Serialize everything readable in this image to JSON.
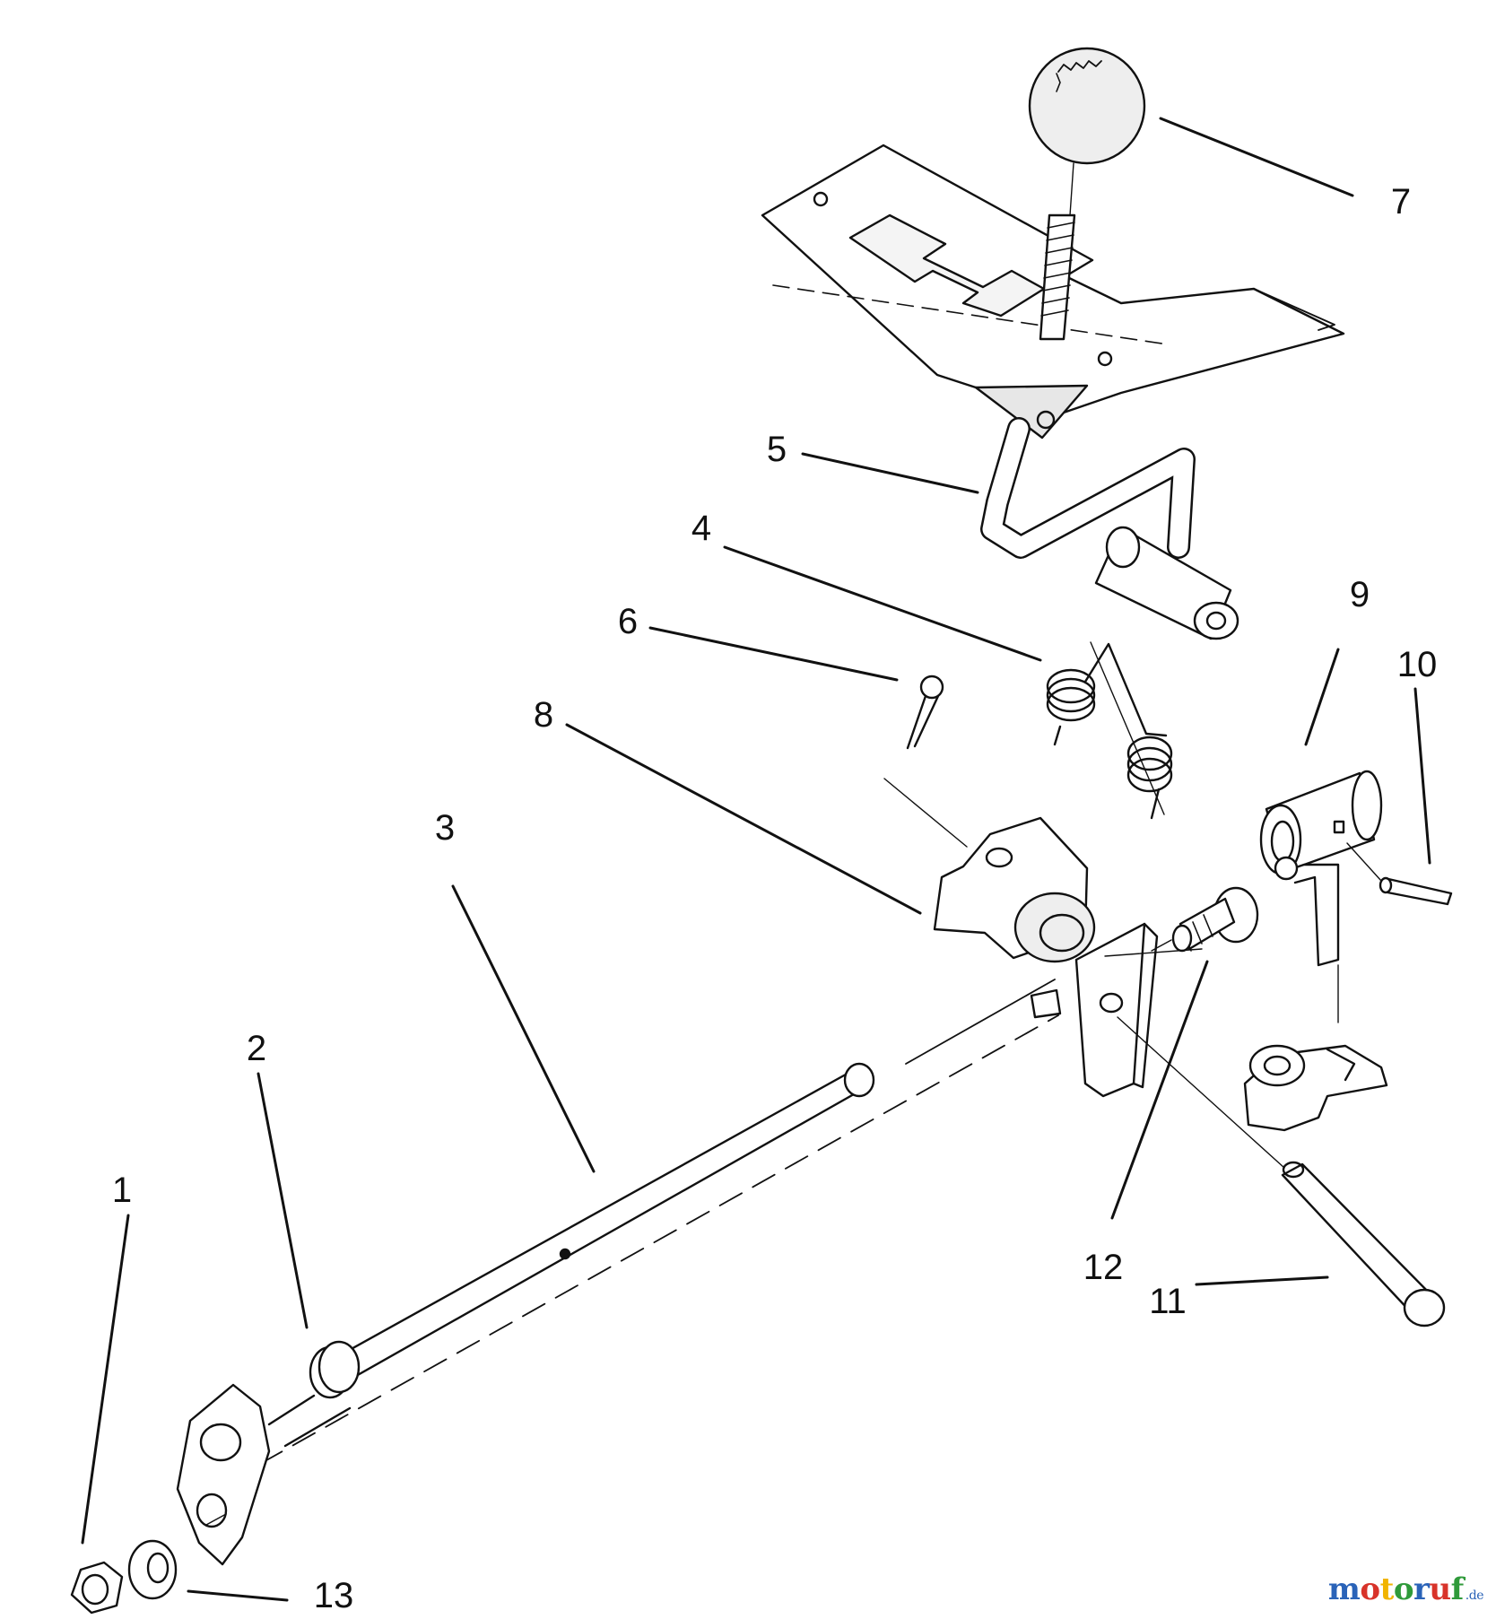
{
  "callouts": [
    "1",
    "2",
    "3",
    "4",
    "5",
    "6",
    "7",
    "8",
    "9",
    "10",
    "11",
    "12",
    "13"
  ],
  "watermark": {
    "letters": [
      "m",
      "o",
      "t",
      "o",
      "r",
      "u",
      "f"
    ],
    "letter_colors": [
      "#2a63b8",
      "#d8332a",
      "#f1b400",
      "#2f9a3a",
      "#2a63b8",
      "#d8332a",
      "#2f9a3a"
    ],
    "suffix": ".de"
  }
}
